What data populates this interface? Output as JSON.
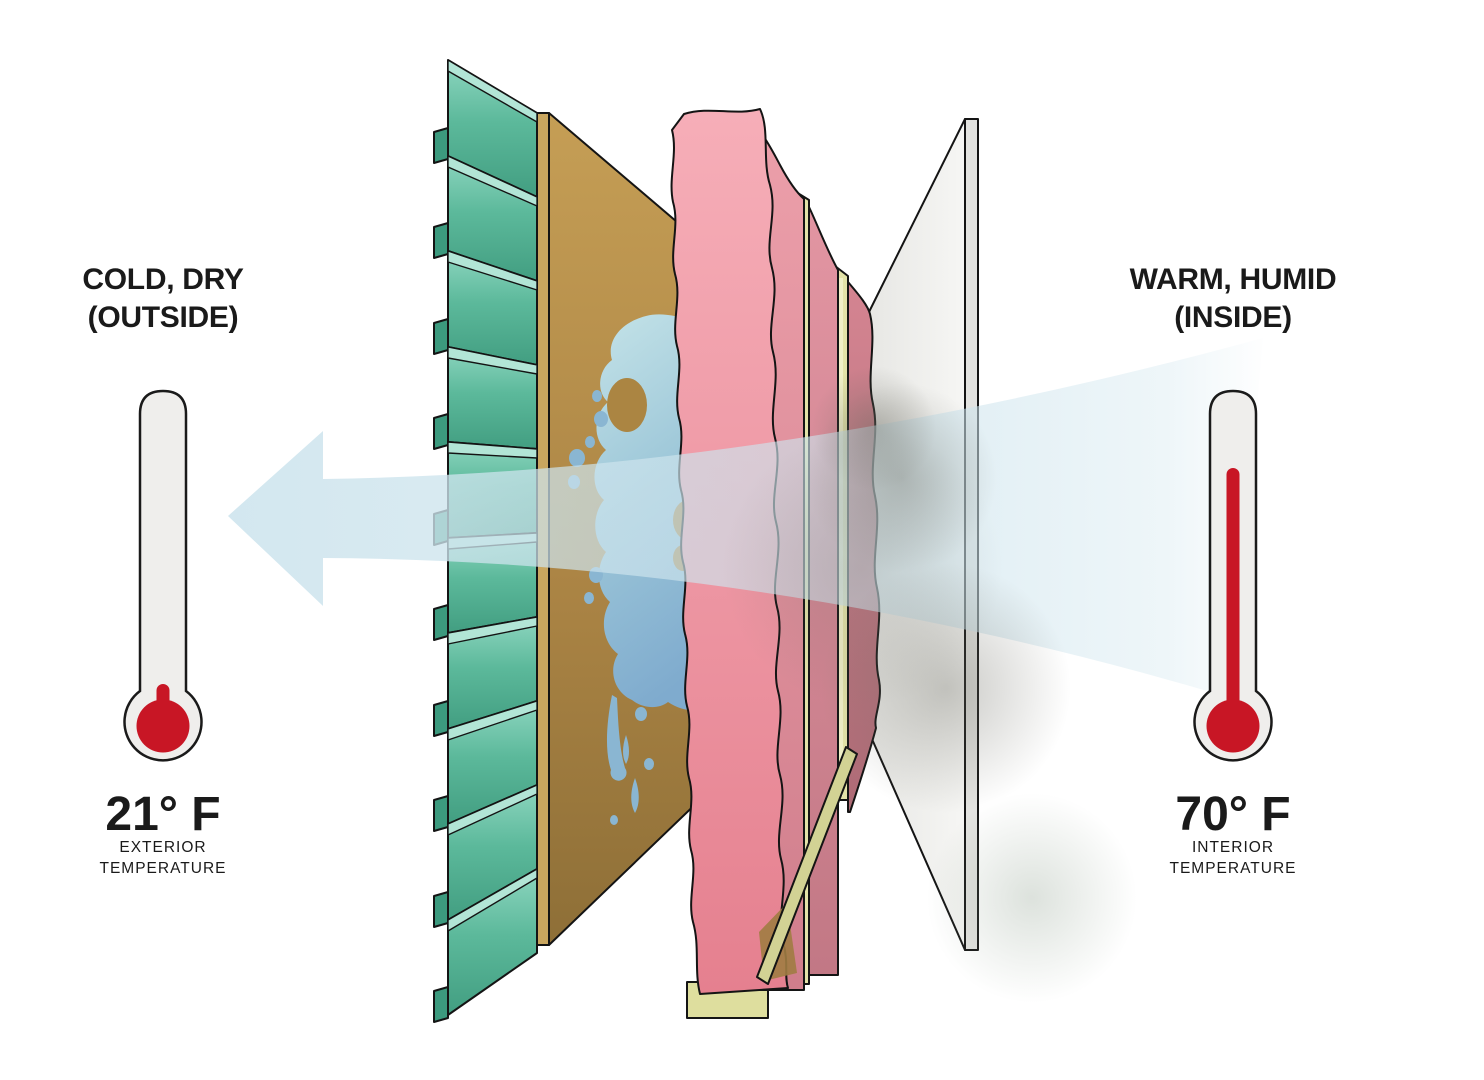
{
  "labels": {
    "outside": {
      "line1": "COLD, DRY",
      "line2": "(OUTSIDE)"
    },
    "inside": {
      "line1": "WARM, HUMID",
      "line2": "(INSIDE)"
    }
  },
  "thermometers": {
    "exterior": {
      "temperature": "21° F",
      "caption_line1": "EXTERIOR",
      "caption_line2": "TEMPERATURE",
      "level": "low",
      "mercury_color": "#c81625",
      "body_color": "#efeeec"
    },
    "interior": {
      "temperature": "70° F",
      "caption_line1": "INTERIOR",
      "caption_line2": "TEMPERATURE",
      "level": "high",
      "mercury_color": "#c81625",
      "body_color": "#efeeec"
    }
  },
  "vapor_arrow": {
    "direction": "inside-to-outside",
    "color": "#cde4ed"
  },
  "wall_layers": [
    {
      "name": "painted-lap-siding",
      "color": "#55b496"
    },
    {
      "name": "wood-sheathing",
      "color": "#b18a47"
    },
    {
      "name": "moisture-stain",
      "color": "#9dc4d6"
    },
    {
      "name": "fiberglass-batt-insulation",
      "color": "#ef9da9"
    },
    {
      "name": "wood-studs-and-bottom-plate",
      "color": "#e0e0a4"
    },
    {
      "name": "drywall",
      "color": "#f1f1ef"
    }
  ]
}
